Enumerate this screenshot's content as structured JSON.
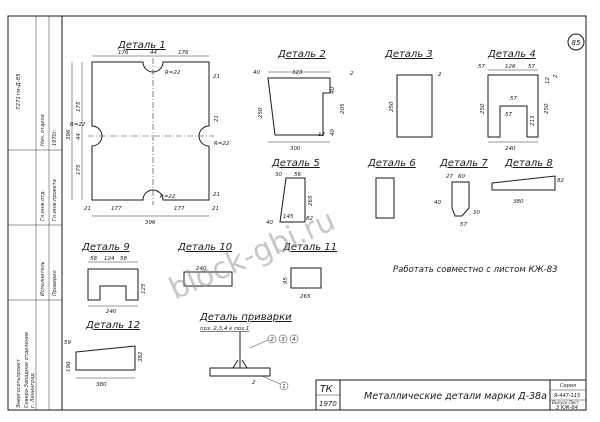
{
  "sheet_number": "85",
  "side_code": "7271тм-Д-85",
  "parts": {
    "d1": {
      "title": "Деталь 1",
      "dims": [
        "176",
        "44",
        "176",
        "R=22",
        "R=22",
        "R=22",
        "R=22",
        "396",
        "175",
        "44",
        "175",
        "177",
        "177",
        "21",
        "21",
        "21",
        "21",
        "396",
        "21"
      ]
    },
    "d2": {
      "title": "Деталь 2",
      "dims": [
        "40",
        "323",
        "2",
        "250",
        "40",
        "205",
        "40",
        "12",
        "300"
      ]
    },
    "d3": {
      "title": "Деталь 3",
      "dims": [
        "2",
        "250"
      ]
    },
    "d4": {
      "title": "Деталь 4",
      "dims": [
        "57",
        "126",
        "57",
        "12",
        "2",
        "250",
        "57",
        "250",
        "213",
        "57",
        "240"
      ]
    },
    "d5": {
      "title": "Деталь 5",
      "dims": [
        "30",
        "56",
        "265",
        "145",
        "40",
        "82"
      ]
    },
    "d6": {
      "title": "Деталь 6"
    },
    "d7": {
      "title": "Деталь 7",
      "dims": [
        "27",
        "60",
        "40",
        "30",
        "57"
      ]
    },
    "d8": {
      "title": "Деталь 8",
      "dims": [
        "82",
        "380"
      ]
    },
    "d9": {
      "title": "Деталь 9",
      "dims": [
        "58",
        "124",
        "58",
        "125",
        "240"
      ]
    },
    "d10": {
      "title": "Деталь 10",
      "dims": [
        "240"
      ]
    },
    "d11": {
      "title": "Деталь 11",
      "dims": [
        "95",
        "265"
      ]
    },
    "d12": {
      "title": "Деталь 12",
      "dims": [
        "59",
        "190",
        "382",
        "380"
      ]
    },
    "weld": {
      "title": "Деталь приварки",
      "subtitle": "поз. 2,3,4 к поз.1",
      "callouts": [
        "2",
        "3",
        "4",
        "1"
      ],
      "dims": [
        "2"
      ]
    }
  },
  "note": "Работать совместно с листом КЖ-83",
  "title_block": {
    "tk": "ТК",
    "year": "1970",
    "name": "Металлические детали марки Д-38а",
    "series_label": "Серия",
    "series": "Я-447-115",
    "sheet_label": "Выпуск Лист",
    "sheet": "3   КЖ-84"
  },
  "side_stamp": [
    "Энергосетьпроект",
    "Северо-Западное отделение",
    "г. Ленинград",
    "Исполнитель",
    "Проверил",
    "Гл.инж.отд.",
    "Гл.инж.проекта",
    "Нач. отдела",
    "1970г."
  ],
  "watermark": "block-gbi.ru"
}
